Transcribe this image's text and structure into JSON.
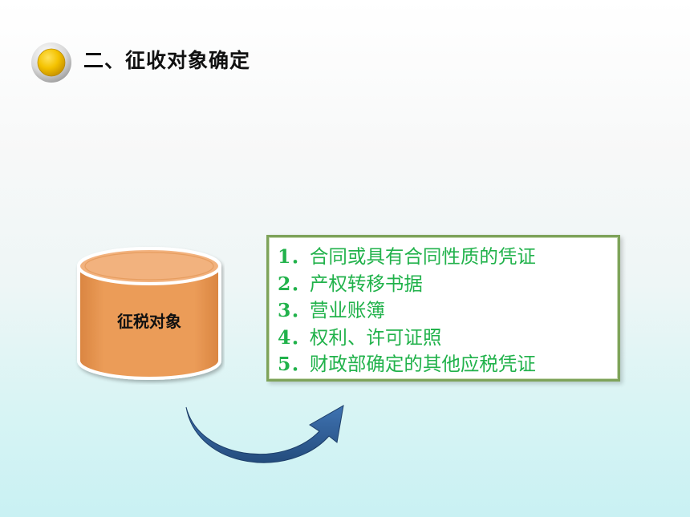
{
  "header": {
    "title": "二、征收对象确定",
    "bullet_icon": "gold-circle-bullet-icon"
  },
  "diagram": {
    "source_label": "征税对象",
    "source_shape": "cylinder",
    "source_color": "#e99a54",
    "connector": "curved-arrow",
    "connector_color": "#34639d",
    "items_border_color": "#7ea35a",
    "items_text_color": "#21b24b",
    "items": [
      {
        "num": "1．",
        "text": "合同或具有合同性质的凭证"
      },
      {
        "num": "2．",
        "text": "产权转移书据"
      },
      {
        "num": "3．",
        "text": "营业账簿"
      },
      {
        "num": "4．",
        "text": "权利、许可证照"
      },
      {
        "num": "5．",
        "text": "财政部确定的其他应税凭证"
      }
    ]
  }
}
